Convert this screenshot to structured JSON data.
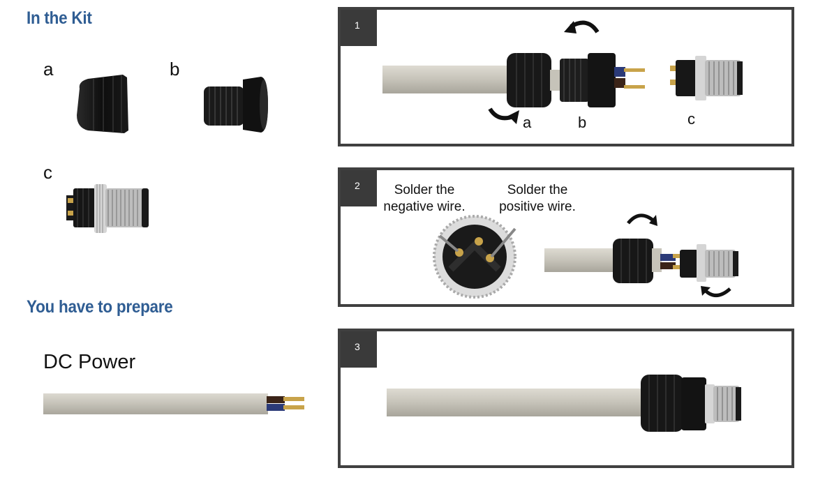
{
  "headings": {
    "kit": "In the Kit",
    "prepare": "You have to prepare"
  },
  "kit_items": {
    "a": "a",
    "b": "b",
    "c": "c"
  },
  "prepare_item": "DC Power",
  "steps": [
    {
      "number": "1",
      "parts": {
        "a": "a",
        "b": "b",
        "c": "c"
      }
    },
    {
      "number": "2",
      "notes": {
        "negative_line1": "Solder the",
        "negative_line2": "negative wire.",
        "positive_line1": "Solder the",
        "positive_line2": "positive wire."
      }
    },
    {
      "number": "3"
    }
  ],
  "colors": {
    "heading": "#2f5d93",
    "panel_border": "#404040",
    "badge": "#3a3a3a",
    "cable": "#c9c6bd",
    "connector_body": "#1c1c1c",
    "thread": "#b8b8b8"
  }
}
